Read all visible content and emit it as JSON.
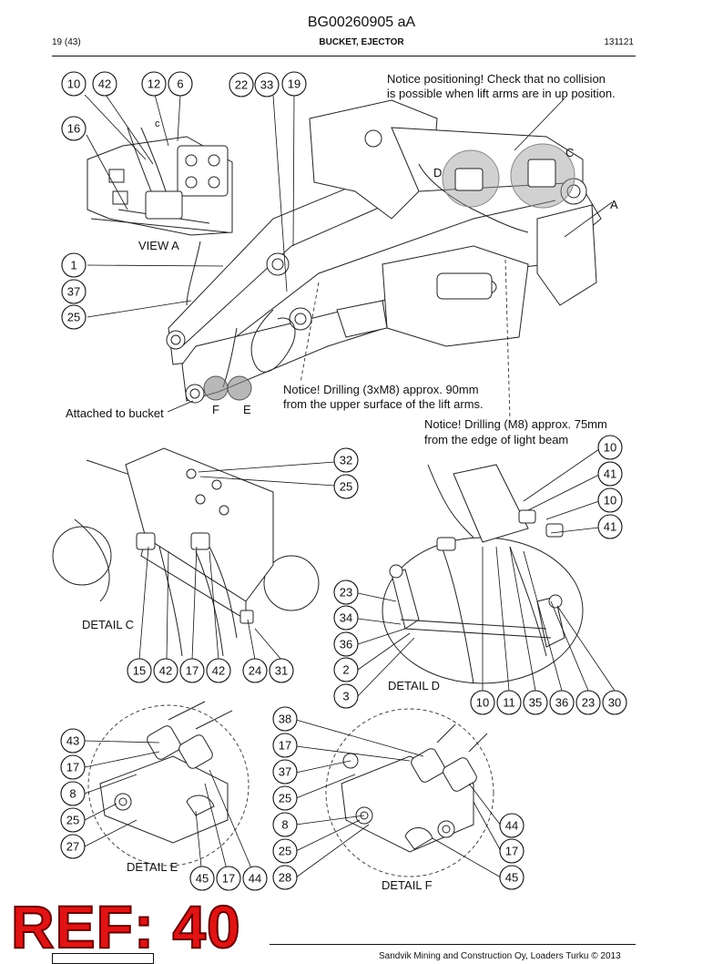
{
  "header": {
    "doc_code": "BG00260905 aA",
    "page": "19 (43)",
    "section": "BUCKET, EJECTOR",
    "date_code": "131121"
  },
  "notes": {
    "positioning_1": "Notice positioning! Check that no collision",
    "positioning_2": "is possible when lift arms are in up position.",
    "drill_3xm8_1": "Notice! Drilling (3xM8) approx. 90mm",
    "drill_3xm8_2": "from the upper surface of the lift arms.",
    "drill_m8_1": "Notice! Drilling (M8) approx. 75mm",
    "drill_m8_2": "from the edge of light beam",
    "attached": "Attached to bucket"
  },
  "view_labels": {
    "view_a": "VIEW A",
    "detail_c": "DETAIL C",
    "detail_d": "DETAIL D",
    "detail_e": "DETAIL E",
    "detail_f": "DETAIL F"
  },
  "letters": {
    "a": "A",
    "c": "C",
    "d": "D",
    "e": "E",
    "f": "F",
    "c_small": "c"
  },
  "balloons": {
    "main": [
      "10",
      "42",
      "12",
      "6",
      "22",
      "33",
      "19",
      "16",
      "1",
      "37",
      "25"
    ],
    "detail_c": [
      "32",
      "25",
      "15",
      "42",
      "17",
      "42",
      "24",
      "31"
    ],
    "detail_d": [
      "10",
      "41",
      "10",
      "41",
      "23",
      "34",
      "36",
      "2",
      "3",
      "10",
      "11",
      "35",
      "36",
      "23",
      "30"
    ],
    "detail_e": [
      "43",
      "17",
      "8",
      "25",
      "27",
      "45",
      "17",
      "44"
    ],
    "detail_f": [
      "38",
      "17",
      "37",
      "25",
      "8",
      "25",
      "28",
      "44",
      "17",
      "45"
    ]
  },
  "stamp": {
    "ref": "REF: 40"
  },
  "footer": {
    "copyright": "Sandvik Mining and Construction Oy, Loaders Turku © 2013"
  }
}
